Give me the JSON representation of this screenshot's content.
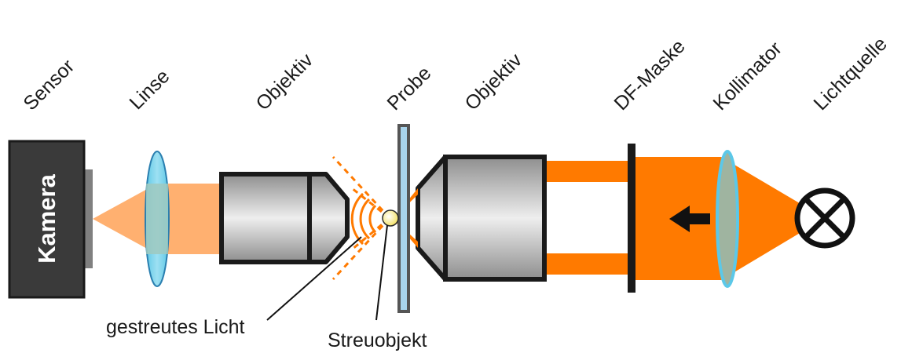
{
  "labels": {
    "sensor": "Sensor",
    "linse": "Linse",
    "objektiv_left": "Objektiv",
    "probe": "Probe",
    "objektiv_right": "Objektiv",
    "df_maske": "DF-Maske",
    "kollimator": "Kollimator",
    "lichtquelle": "Lichtquelle"
  },
  "camera_label": "Kamera",
  "annotations": {
    "scattered_light": "gestreutes Licht",
    "scatter_object": "Streuobjekt"
  },
  "colors": {
    "beam": "#ff7a00",
    "beam_light": "#ffb070",
    "camera": "#3a3a3a",
    "lens": "#5cc8e8",
    "slide": "#a8d4ec",
    "scatter_object": "#fff2a0"
  }
}
